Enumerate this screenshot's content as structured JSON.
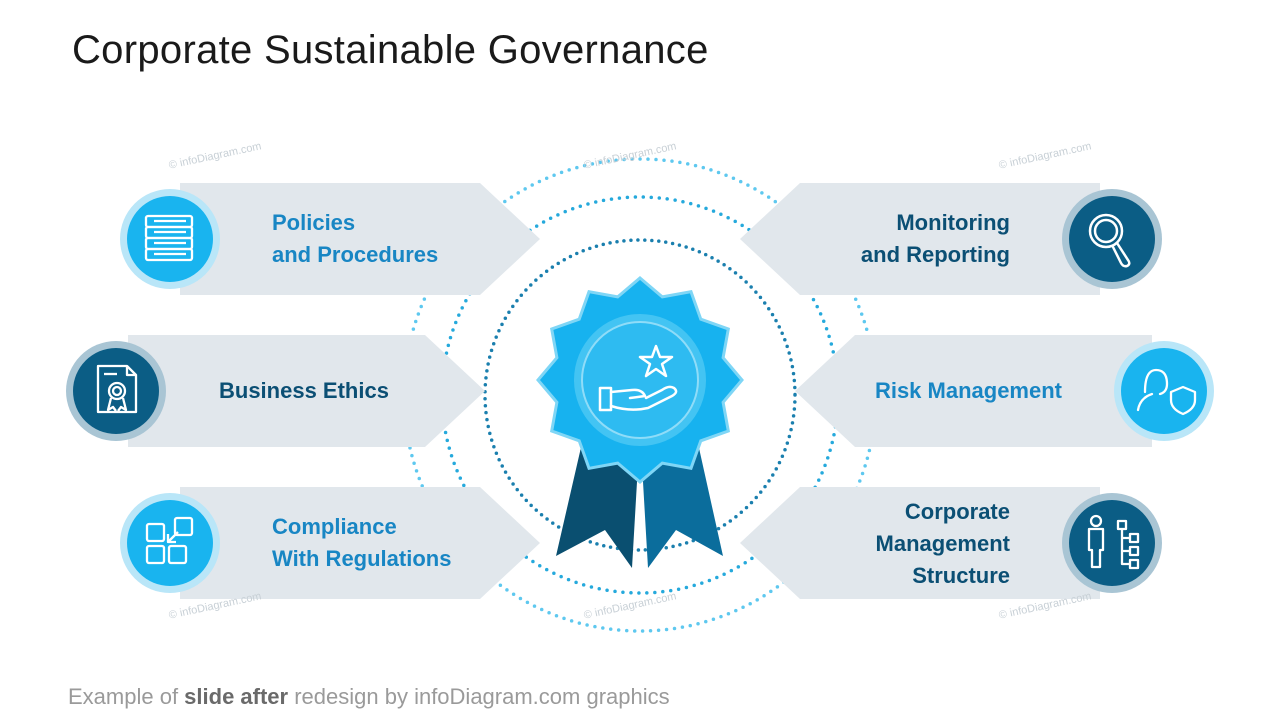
{
  "title": "Corporate Sustainable Governance",
  "colors": {
    "arrow_fill": "#e1e7ec",
    "light_blue": "#19b4ef",
    "mid_blue": "#1a8fc9",
    "dark_blue": "#0a5a80",
    "text_light": "#1886c4",
    "text_dark": "#0b4f74"
  },
  "items": [
    {
      "label": "Policies\nand Procedures",
      "icon": "books-icon",
      "side": "left",
      "tone": "light"
    },
    {
      "label": "Business Ethics",
      "icon": "certificate-icon",
      "side": "left",
      "tone": "dark"
    },
    {
      "label": "Compliance\nWith Regulations",
      "icon": "blocks-arrow-icon",
      "side": "left",
      "tone": "light"
    },
    {
      "label": "Monitoring\nand Reporting",
      "icon": "magnifier-icon",
      "side": "right",
      "tone": "dark"
    },
    {
      "label": "Risk Management",
      "icon": "person-shield-icon",
      "side": "right",
      "tone": "light"
    },
    {
      "label": "Corporate\nManagement\nStructure",
      "icon": "org-structure-icon",
      "side": "right",
      "tone": "dark"
    }
  ],
  "center": {
    "icon": "award-badge-hand-star-icon"
  },
  "watermark": "© infoDiagram.com",
  "footer": {
    "prefix": "Example of ",
    "bold": "slide after",
    "suffix": " redesign by infoDiagram.com graphics"
  }
}
